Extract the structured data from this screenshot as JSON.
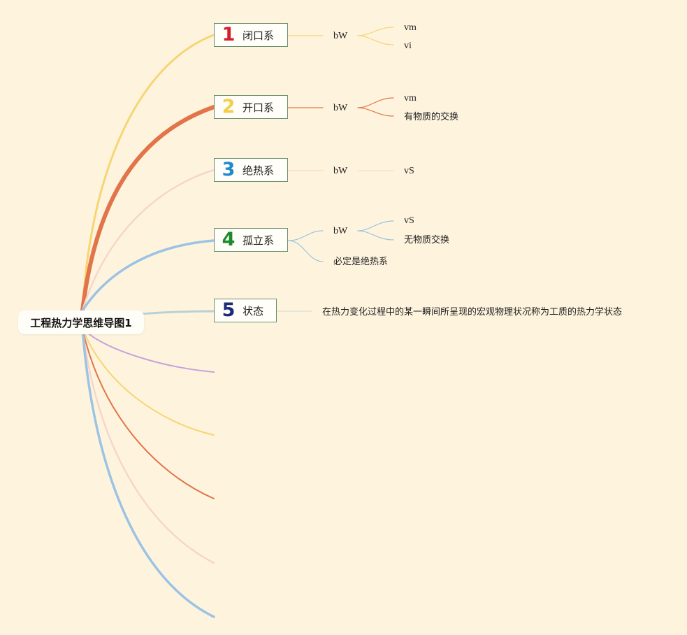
{
  "root": {
    "label": "工程热力学思维导图1"
  },
  "branches": [
    {
      "num": "1",
      "num_color": "#d51d2c",
      "label": "闭口系",
      "color": "#f6d574",
      "children": [
        {
          "label": "bW",
          "children": [
            "vm",
            "vi"
          ]
        }
      ]
    },
    {
      "num": "2",
      "num_color": "#f3cf48",
      "label": "开口系",
      "color": "#e2744a",
      "children": [
        {
          "label": "bW",
          "children": [
            "vm",
            "有物质的交换"
          ]
        }
      ]
    },
    {
      "num": "3",
      "num_color": "#1f8ad0",
      "label": "绝热系",
      "color": "#f6d6cb",
      "children": [
        {
          "label": "bW",
          "children": [
            "vS"
          ]
        }
      ]
    },
    {
      "num": "4",
      "num_color": "#1a8a2a",
      "label": "孤立系",
      "color": "#9cc3e4",
      "children": [
        {
          "label": "bW",
          "children": [
            "vS",
            "无物质交换"
          ]
        },
        {
          "label": "必定是绝热系"
        }
      ]
    },
    {
      "num": "5",
      "num_color": "#1d2a78",
      "label": "状态",
      "color": "#b7d2d4",
      "children": [
        {
          "label": "在热力变化过程中的某一瞬间所呈现的宏观物理状况称为工质的热力学状态"
        }
      ]
    }
  ],
  "empty_branch_colors": [
    "#c7a3dc",
    "#f6d574",
    "#e2744a",
    "#f6d6cb",
    "#9cc3e4"
  ]
}
